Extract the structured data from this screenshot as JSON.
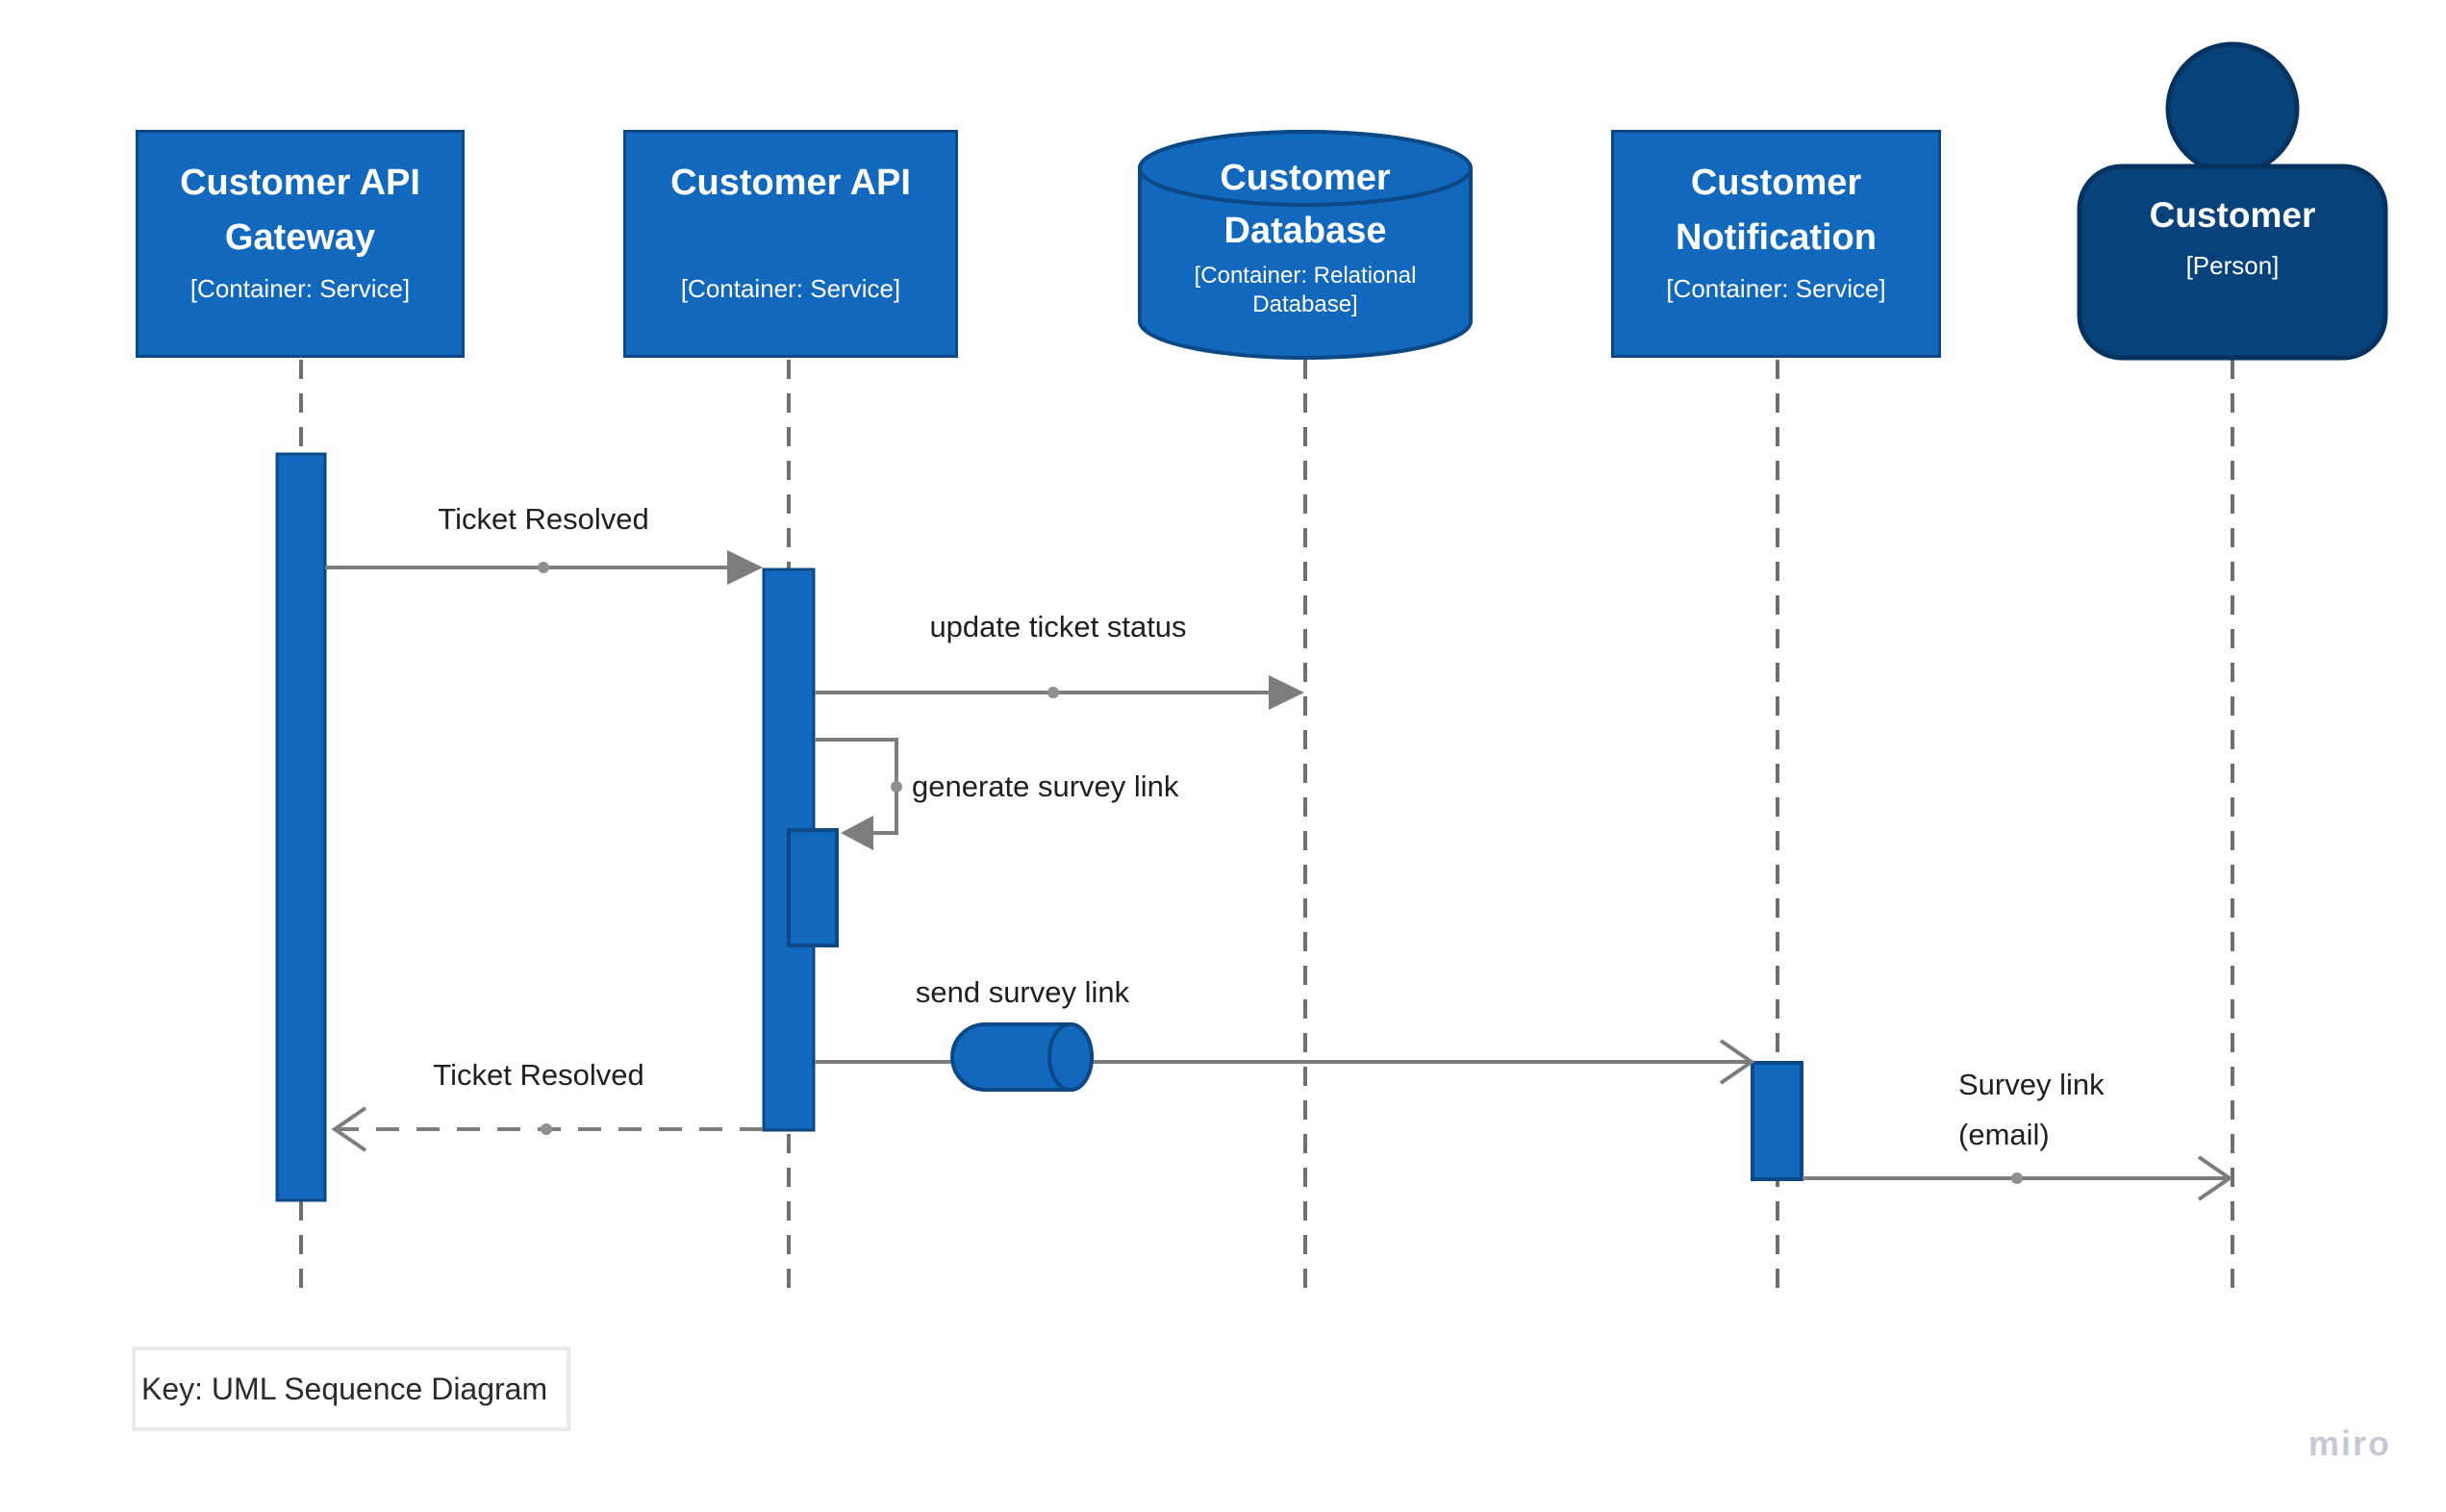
{
  "diagram": {
    "kind": "UML Sequence Diagram",
    "legend": "Key: UML Sequence Diagram",
    "watermark": "miro"
  },
  "participants": [
    {
      "id": "gateway",
      "name": "Customer API Gateway",
      "type": "[Container: Service]",
      "shape": "rect"
    },
    {
      "id": "api",
      "name": "Customer API",
      "type": "[Container: Service]",
      "shape": "rect"
    },
    {
      "id": "database",
      "name": "Customer Database",
      "type": "[Container: Relational Database]",
      "shape": "cylinder"
    },
    {
      "id": "notification",
      "name": "Customer Notification",
      "type": "[Container: Service]",
      "shape": "rect"
    },
    {
      "id": "customer",
      "name": "Customer",
      "type": "[Person]",
      "shape": "person"
    }
  ],
  "messages": [
    {
      "label": "Ticket Resolved",
      "from": "gateway",
      "to": "api",
      "line": "solid",
      "arrowhead": "filled"
    },
    {
      "label": "update ticket status",
      "from": "api",
      "to": "database",
      "line": "solid",
      "arrowhead": "filled"
    },
    {
      "label": "generate survey link",
      "from": "api",
      "to": "api",
      "line": "self",
      "arrowhead": "filled"
    },
    {
      "label": "send survey link",
      "from": "api",
      "to": "notification",
      "line": "solid",
      "arrowhead": "open",
      "icon": "queue-capsule"
    },
    {
      "label": "Ticket Resolved",
      "from": "api",
      "to": "gateway",
      "line": "dashed",
      "arrowhead": "open"
    },
    {
      "label": "Survey link (email)",
      "from": "notification",
      "to": "customer",
      "line": "solid",
      "arrowhead": "open"
    }
  ],
  "colors": {
    "container_fill": "#1168bd",
    "container_border": "#0b4884",
    "person_fill": "#08427b",
    "person_border": "#05325e",
    "connector_gray": "#7d7d7d",
    "lifeline_gray": "#6f6f6f",
    "label_text": "#1f1f1f",
    "watermark_gray": "#c6c8d6"
  }
}
